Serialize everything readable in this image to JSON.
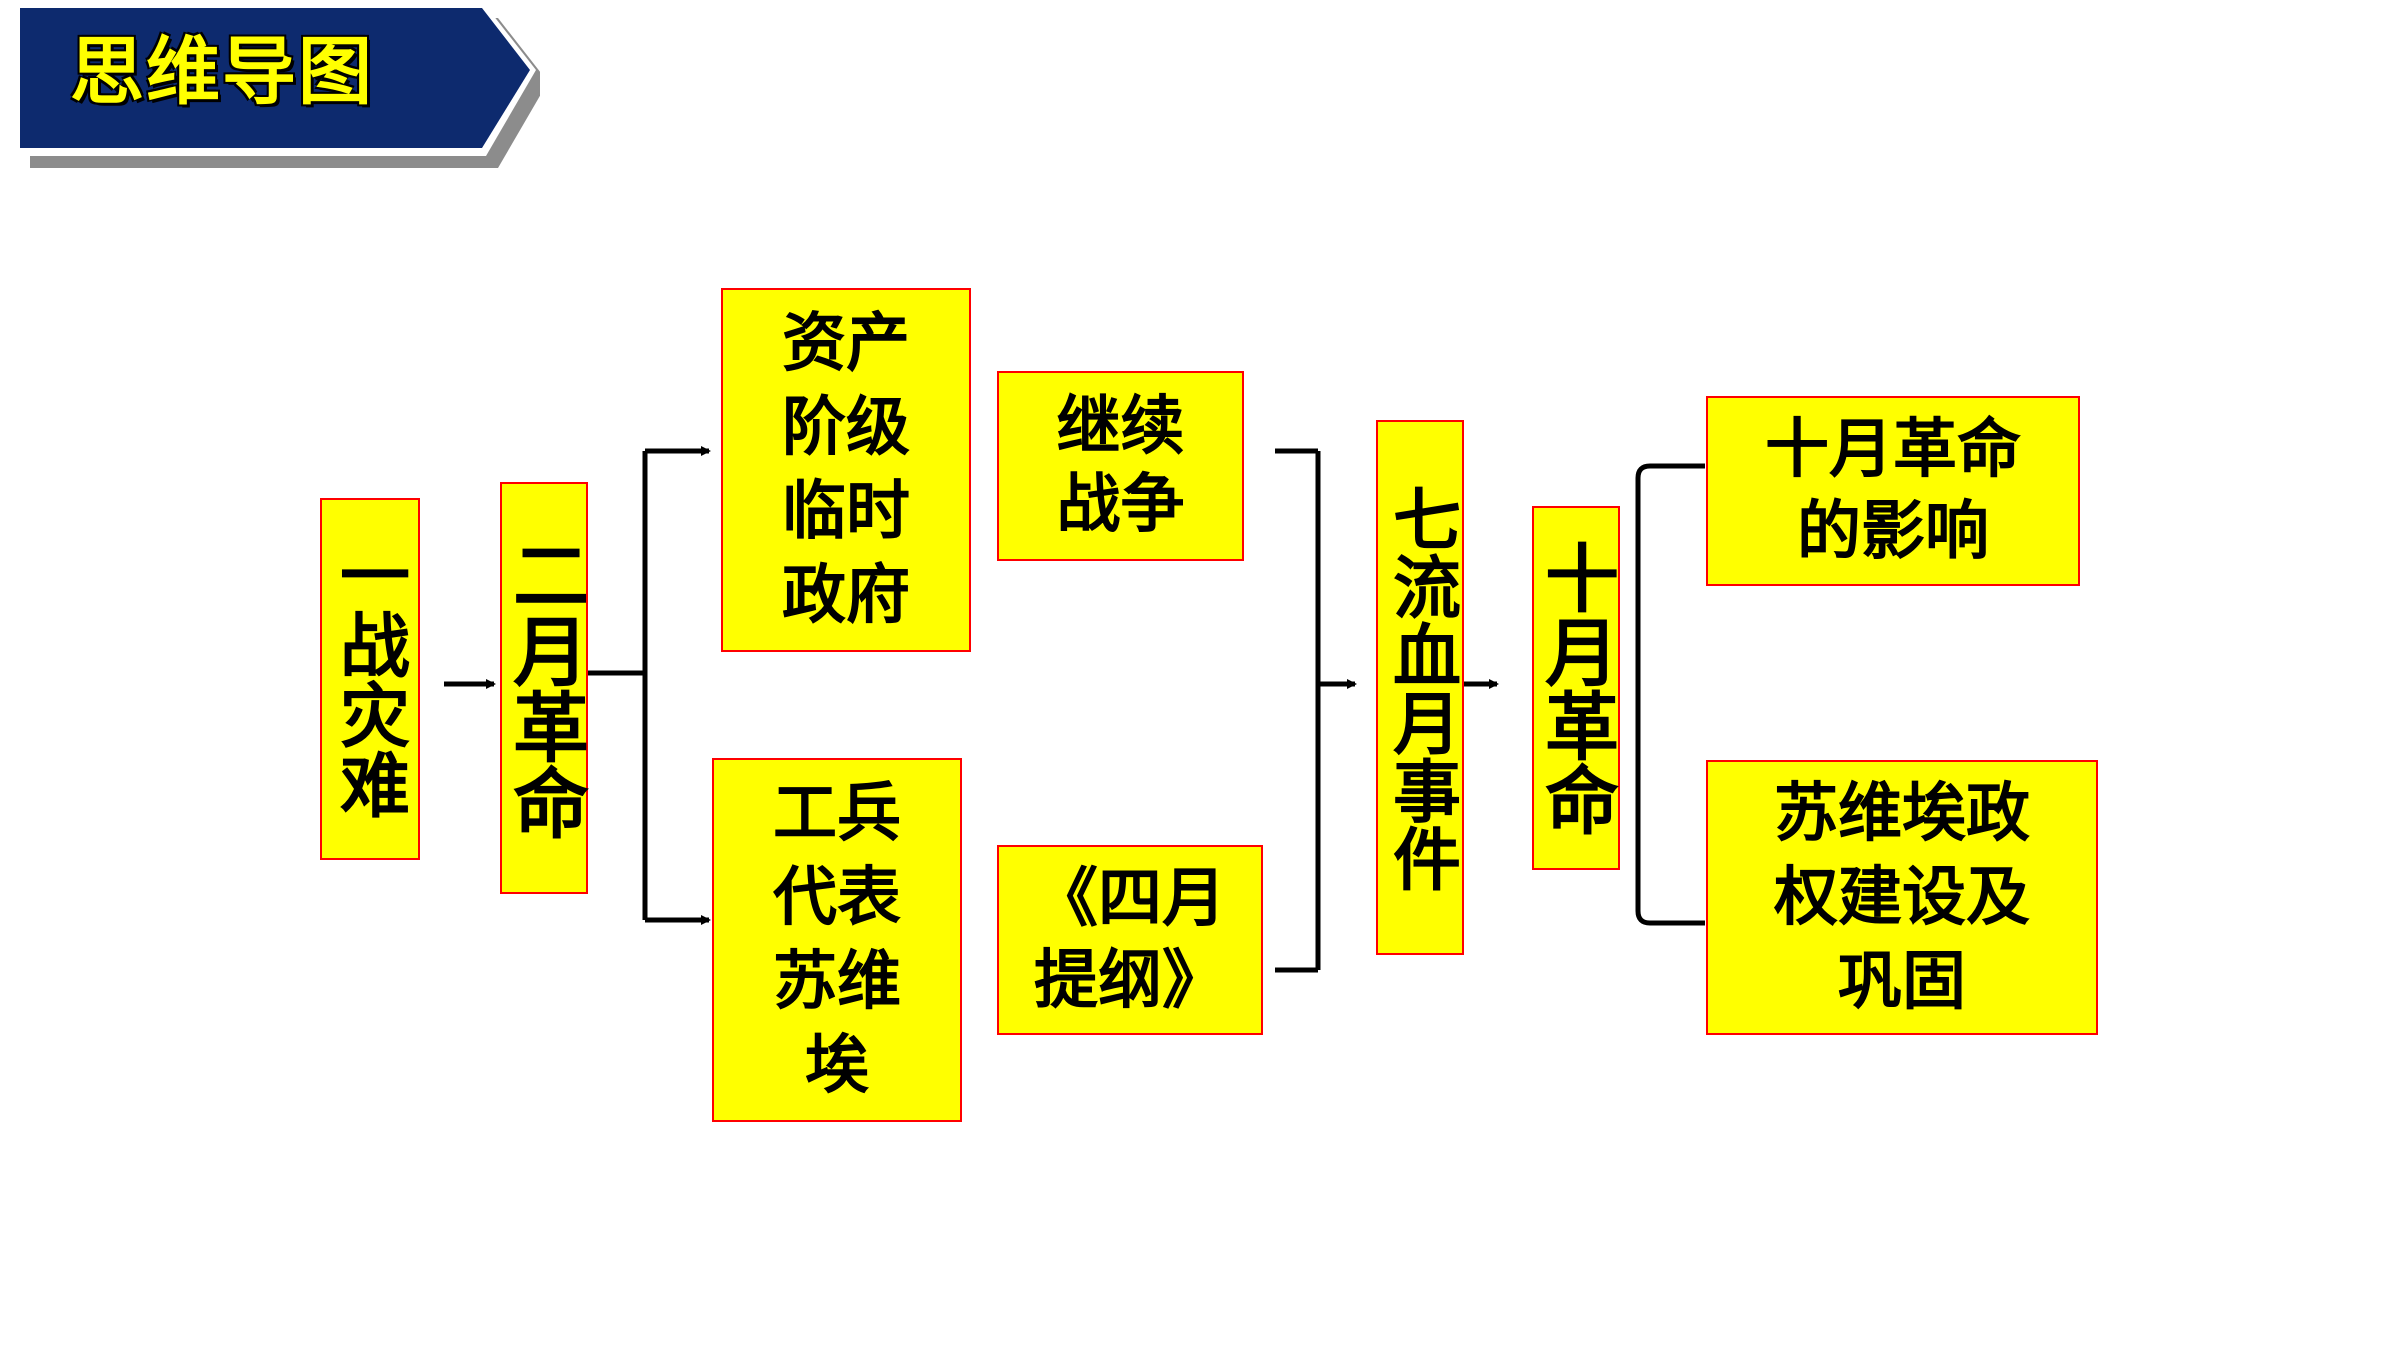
{
  "header": {
    "title": "思维导图",
    "banner_fill": "#0d2a6e",
    "title_color": "#ffff00"
  },
  "diagram": {
    "box_fill": "#ffff00",
    "box_border": "#ff0000",
    "nodes": {
      "ww1_disaster": "一战灾难",
      "feb_revolution": "二月革命",
      "provisional_gov": "资产\n阶级\n临时\n政府",
      "soviet": "工兵\n代表\n苏维\n埃",
      "continue_war": "继续\n战争",
      "april_theses": "《四月\n提纲》",
      "july_days": "七流血月事件",
      "oct_revolution": "十月革命",
      "oct_influence": "十月革命\n的影响",
      "soviet_regime": "苏维埃政\n权建设及\n巩固"
    }
  }
}
